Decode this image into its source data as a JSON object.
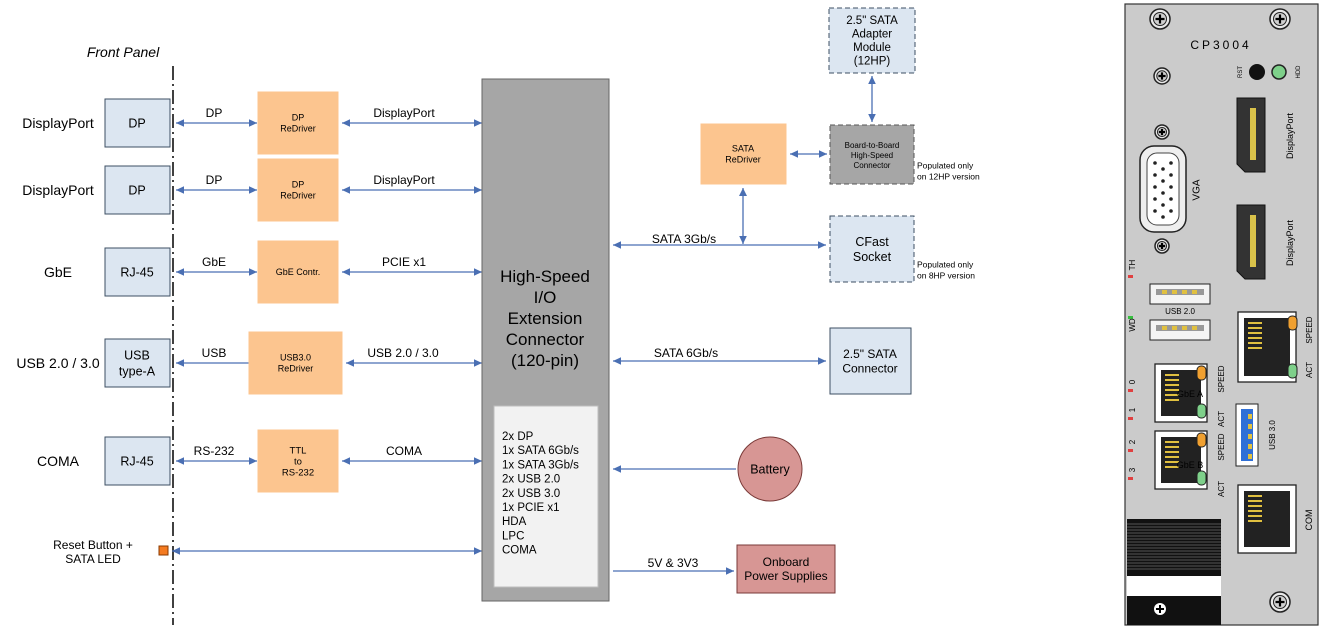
{
  "colors": {
    "connector_fill": "#dce6f1",
    "connector_stroke": "#3d4f63",
    "redriver_fill": "#fcc58f",
    "main_fill": "#a6a6a6",
    "battery_fill": "#d79694",
    "arrow": "#4a6fb3"
  },
  "front_panel_title": "Front Panel",
  "rows": [
    {
      "label": "DisplayPort",
      "connector": "DP",
      "link1": "DP",
      "chip": "DP\nReDriver",
      "link2": "DisplayPort"
    },
    {
      "label": "DisplayPort",
      "connector": "DP",
      "link1": "DP",
      "chip": "DP\nReDriver",
      "link2": "DisplayPort"
    },
    {
      "label": "GbE",
      "connector": "RJ-45",
      "link1": "GbE",
      "chip": "GbE Contr.",
      "link2": "PCIE x1"
    },
    {
      "label": "USB 2.0 / 3.0",
      "connector": "USB\ntype-A",
      "link1": "USB",
      "chip": "USB3.0\nReDriver",
      "link2": "USB 2.0 / 3.0"
    },
    {
      "label": "COMA",
      "connector": "RJ-45",
      "link1": "RS-232",
      "chip": "TTL\nto\nRS-232",
      "link2": "COMA"
    }
  ],
  "reset_label": "Reset Button +\nSATA LED",
  "main_connector": "High-Speed\nI/O\nExtension\nConnector\n(120-pin)",
  "main_features": [
    "2x DP",
    "1x SATA 6Gb/s",
    "1x SATA 3Gb/s",
    "2x USB 2.0",
    "2x USB 3.0",
    "1x PCIE x1",
    "HDA",
    "LPC",
    "COMA"
  ],
  "sata_adapter": "2.5\" SATA\nAdapter\nModule\n(12HP)",
  "sata_redriver": "SATA\nReDriver",
  "board_to_board": "Board-to-Board\nHigh-Speed\nConnector",
  "populated_12hp": "Populated only\non 12HP version",
  "sata3_link": "SATA 3Gb/s",
  "cfast": "CFast\nSocket",
  "populated_8hp": "Populated only\non 8HP version",
  "sata6_link": "SATA 6Gb/s",
  "sata_connector": "2.5\" SATA\nConnector",
  "battery": "Battery",
  "power_link": "5V & 3V3",
  "power_supplies": "Onboard\nPower Supplies",
  "panel": {
    "title": "CP3004",
    "rst": "RST",
    "hdd": "HDD",
    "vga": "VGA",
    "displayport": "DisplayPort",
    "usb20": "USB 2.0",
    "usb30": "USB 3.0",
    "gbe_a": "GbE A",
    "gbe_b": "GbE B",
    "speed": "SPEED",
    "act": "ACT",
    "com": "COM",
    "th": "TH",
    "wd": "WD",
    "led_nums": [
      "0",
      "1",
      "2",
      "3"
    ]
  }
}
